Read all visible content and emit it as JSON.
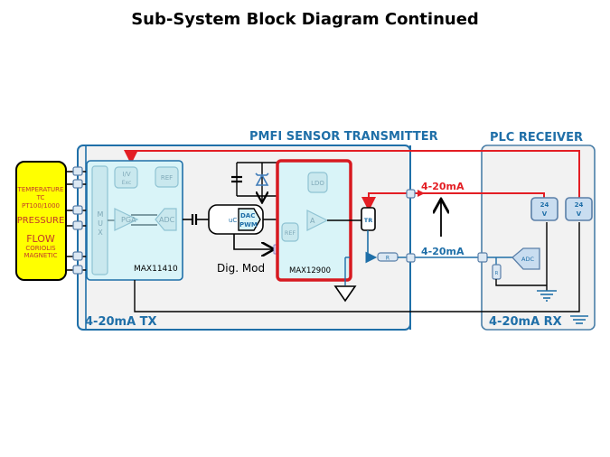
{
  "title": "Sub-System Block Diagram Continued",
  "sections": {
    "transmitter_title": "PMFI SENSOR TRANSMITTER",
    "receiver_title": "PLC RECEIVER",
    "tx_label": "4-20mA TX",
    "rx_label": "4-20mA RX"
  },
  "sensors": {
    "line1": "TEMPERATURE",
    "line2": "TC",
    "line3": "PT100/1000",
    "pressure": "PRESSURE",
    "flow": "FLOW",
    "coriolis": "CORIOLIS",
    "magnetic": "MAGNETIC"
  },
  "afe": {
    "part": "MAX11410",
    "mux": [
      "M",
      "U",
      "X"
    ],
    "iv_line1": "I/V",
    "iv_line2": "Exc",
    "ref": "REF",
    "pga": "PGA",
    "adc": "ADC"
  },
  "mcu": {
    "uc": "uC",
    "dac": "DAC",
    "pwm": "PWM",
    "dig_mod": "Dig. Mod"
  },
  "dac_chip": {
    "part": "MAX12900",
    "ldo": "LDO",
    "amp": "A",
    "ref": "REF"
  },
  "loop": {
    "tr": "TR",
    "r": "R",
    "current_top": "4-20mA",
    "current_bottom": "4-20mA"
  },
  "receiver": {
    "supply1_line1": "24",
    "supply1_line2": "V",
    "supply2_line1": "24",
    "supply2_line2": "V",
    "adc": "ADC",
    "r": "R"
  },
  "colors": {
    "section_blue": "#1f6fa8",
    "loop_red": "#e31e24",
    "highlight_red": "#d71920",
    "sensor_yellow": "#ffff00",
    "chip_fill": "#d9f4f8"
  }
}
